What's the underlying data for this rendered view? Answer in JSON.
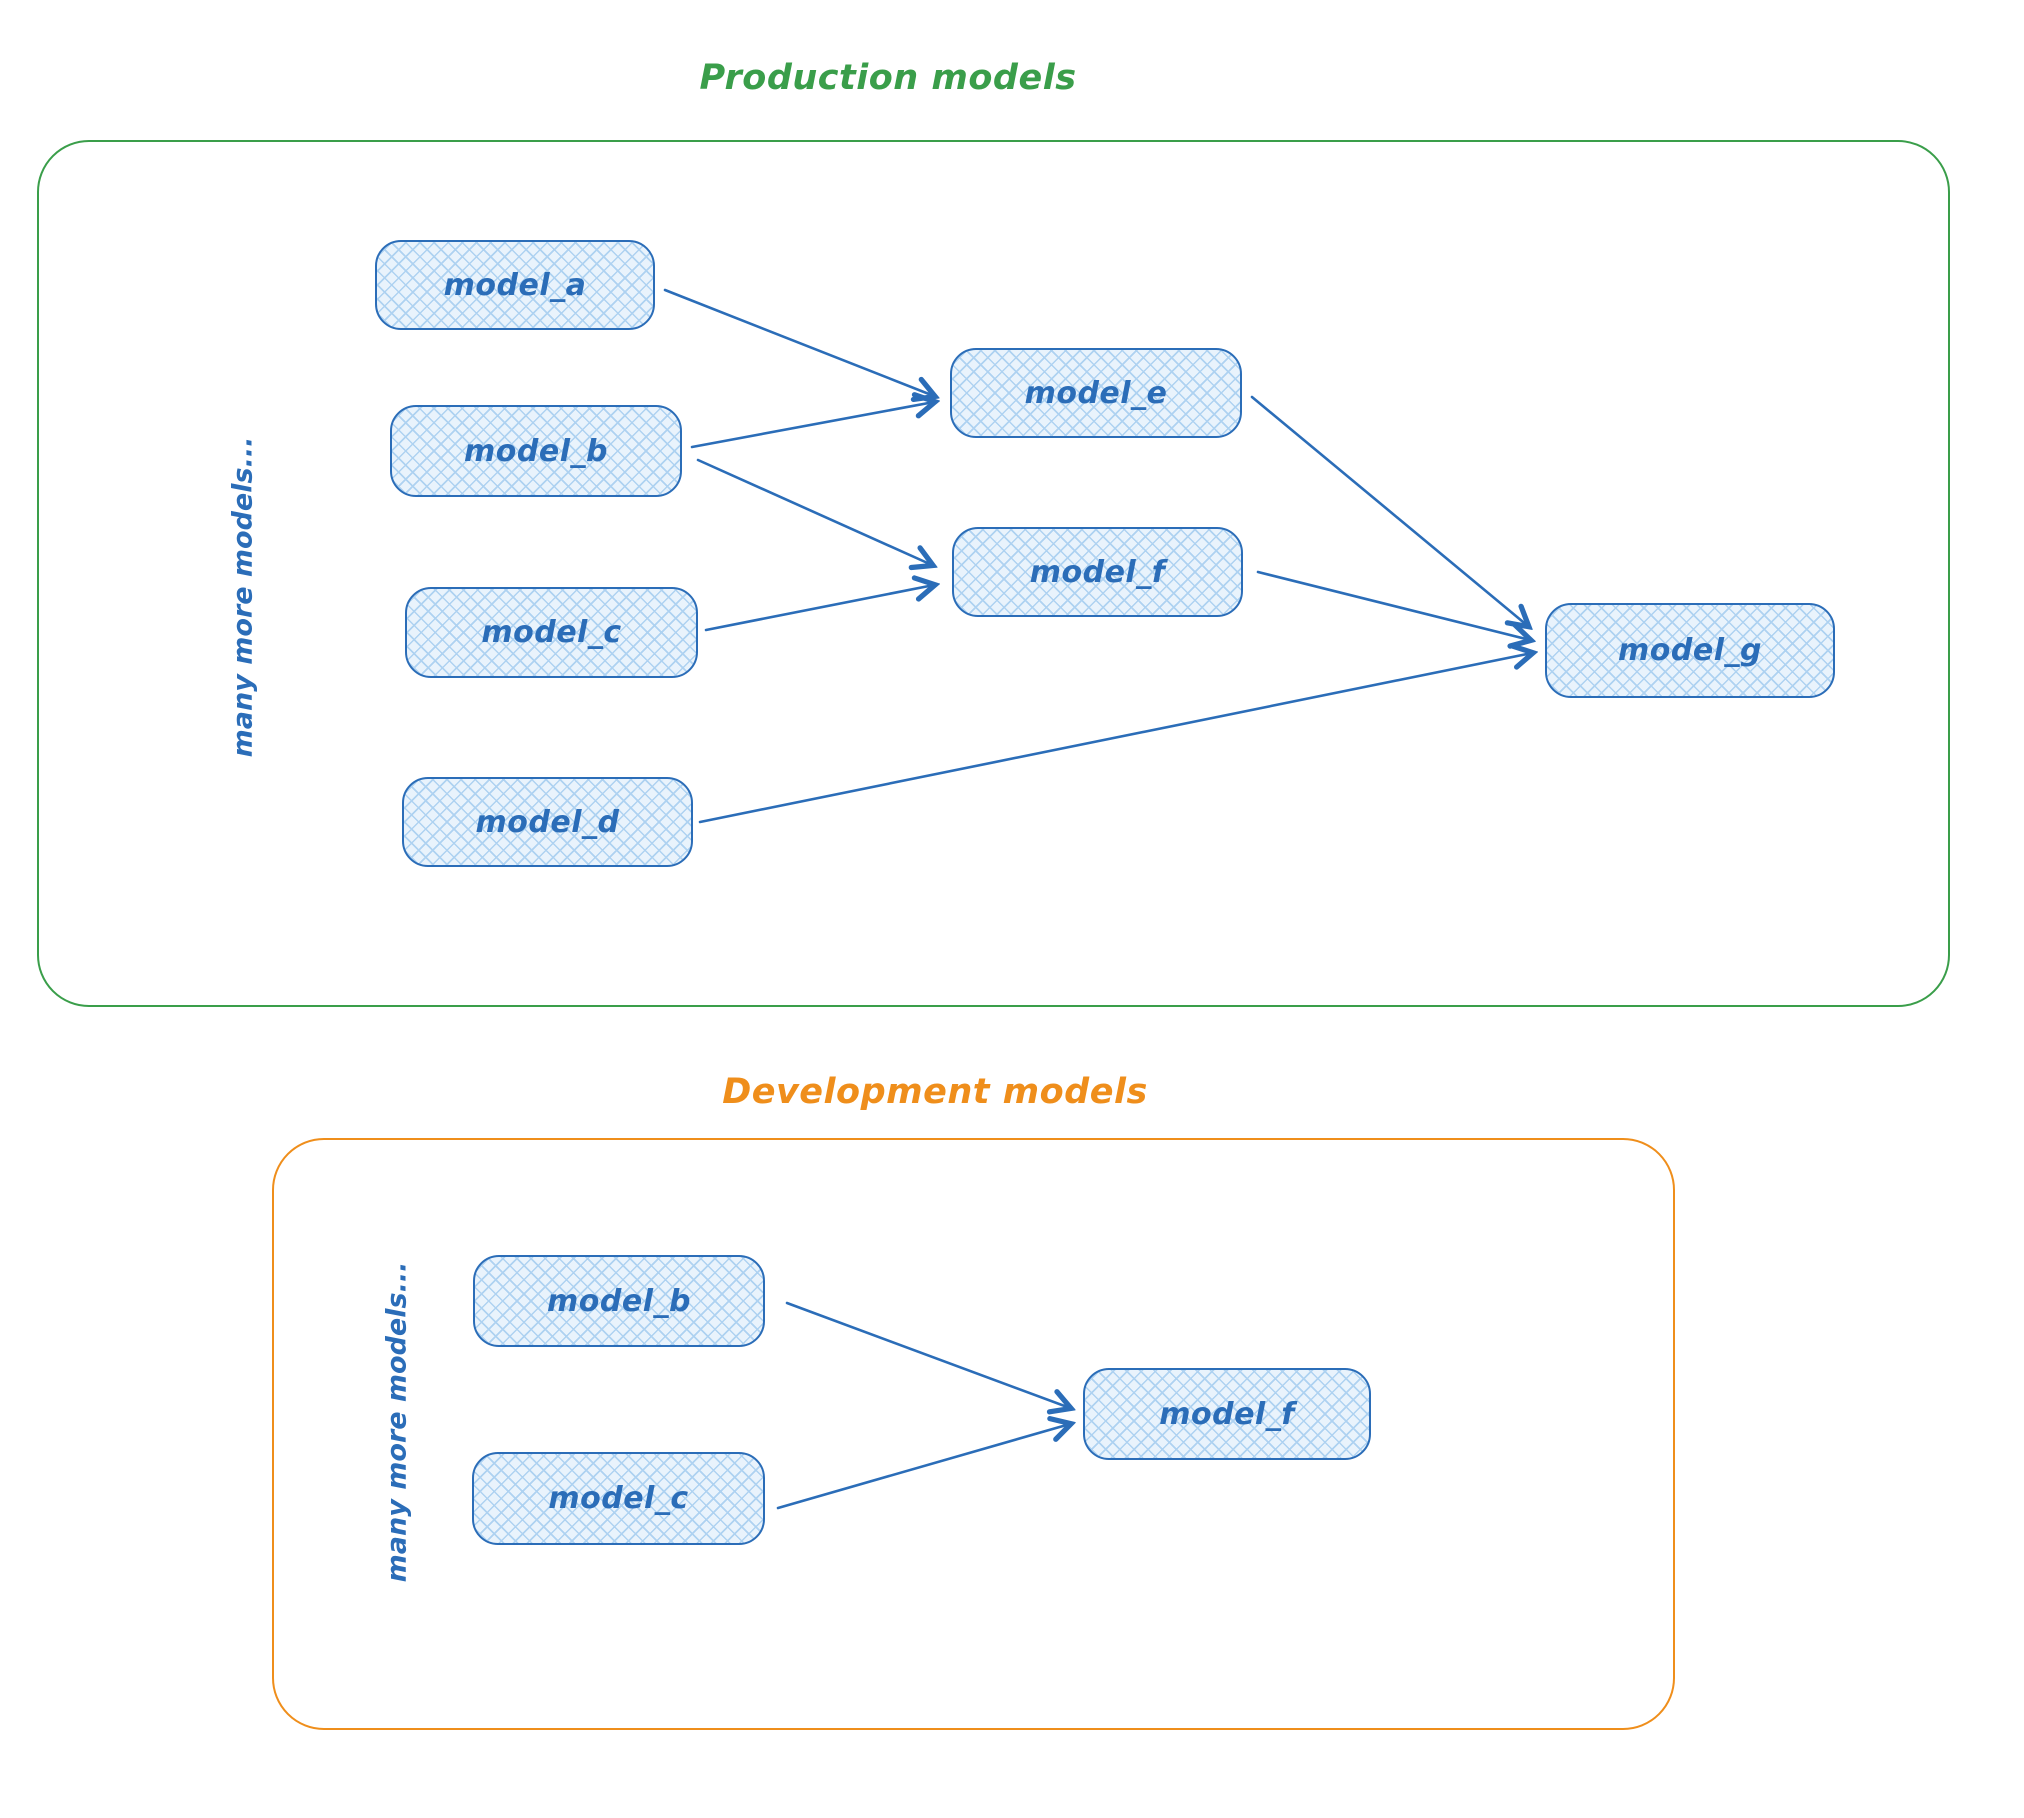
{
  "diagram": {
    "sections": [
      {
        "title": "Production models",
        "side_label": "many more models...",
        "accent_color": "#3a9e4a",
        "nodes": [
          {
            "id": "model_a",
            "label": "model_a"
          },
          {
            "id": "model_b",
            "label": "model_b"
          },
          {
            "id": "model_c",
            "label": "model_c"
          },
          {
            "id": "model_d",
            "label": "model_d"
          },
          {
            "id": "model_e",
            "label": "model_e"
          },
          {
            "id": "model_f",
            "label": "model_f"
          },
          {
            "id": "model_g",
            "label": "model_g"
          }
        ],
        "edges": [
          {
            "from": "model_a",
            "to": "model_e"
          },
          {
            "from": "model_b",
            "to": "model_e"
          },
          {
            "from": "model_b",
            "to": "model_f"
          },
          {
            "from": "model_c",
            "to": "model_f"
          },
          {
            "from": "model_d",
            "to": "model_g"
          },
          {
            "from": "model_e",
            "to": "model_g"
          },
          {
            "from": "model_f",
            "to": "model_g"
          }
        ]
      },
      {
        "title": "Development models",
        "side_label": "many more models...",
        "accent_color": "#ef8e1b",
        "nodes": [
          {
            "id": "model_b",
            "label": "model_b"
          },
          {
            "id": "model_c",
            "label": "model_c"
          },
          {
            "id": "model_f",
            "label": "model_f"
          }
        ],
        "edges": [
          {
            "from": "model_b",
            "to": "model_f"
          },
          {
            "from": "model_c",
            "to": "model_f"
          }
        ]
      }
    ],
    "colors": {
      "node_stroke": "#2b6db8",
      "node_text": "#2b6db8",
      "node_fill": "#e9f3fc",
      "node_hatch": "#aed2f1",
      "arrow": "#2b6db8",
      "production_accent": "#3a9e4a",
      "development_accent": "#ef8e1b",
      "background": "#ffffff"
    }
  }
}
